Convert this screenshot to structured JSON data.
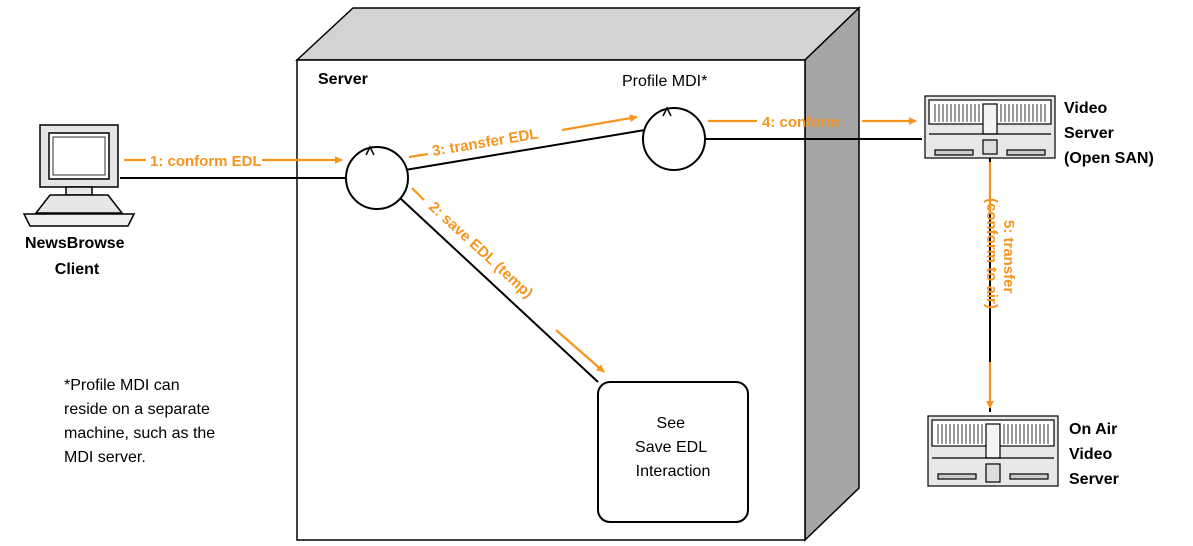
{
  "colors": {
    "accent": "#f7941d",
    "line": "#000000",
    "box_side": "#a6a6a6",
    "box_top": "#d3d3d3"
  },
  "nodes": {
    "server": "Server",
    "profile_mdi": "Profile MDI*",
    "client": [
      "NewsBrowse",
      "Client"
    ],
    "video_server": [
      "Video",
      "Server",
      "(Open SAN)"
    ],
    "onair_server": [
      "On Air",
      "Video",
      "Server"
    ],
    "save_box": [
      "See",
      "Save EDL",
      "Interaction"
    ]
  },
  "steps": {
    "s1": "1: conform EDL",
    "s2": "2: save EDL (temp)",
    "s3": "3: transfer EDL",
    "s4": "4: conform",
    "s5a": "5: transfer",
    "s5b": "(conform to air)"
  },
  "footnote": [
    "*Profile MDI can",
    "reside on a separate",
    "machine, such as the",
    "MDI server."
  ],
  "icons": [
    "computer-icon",
    "rack-server-icon",
    "rack-server-icon",
    "process-circle-icon"
  ]
}
